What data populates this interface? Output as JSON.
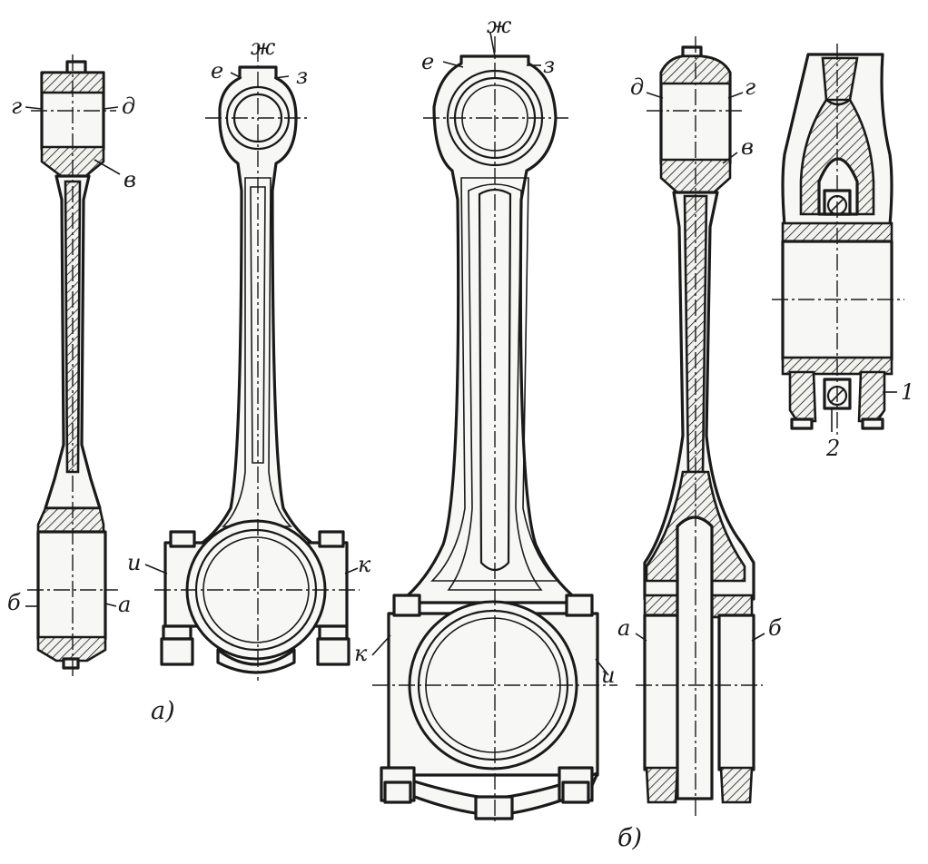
{
  "labels": {
    "fig_a": {
      "g": "г",
      "d": "д",
      "v": "в",
      "b": "б",
      "a": "а",
      "e": "е",
      "zh": "ж",
      "z": "з",
      "i": "и",
      "k": "к"
    },
    "fig_b": {
      "e": "е",
      "zh": "ж",
      "z": "з",
      "k": "к",
      "i": "и",
      "d": "д",
      "g": "г",
      "v": "в",
      "a": "а",
      "b": "б"
    },
    "detail": {
      "n1": "1",
      "n2": "2"
    }
  },
  "captions": {
    "a": "а)",
    "b": "б)"
  }
}
